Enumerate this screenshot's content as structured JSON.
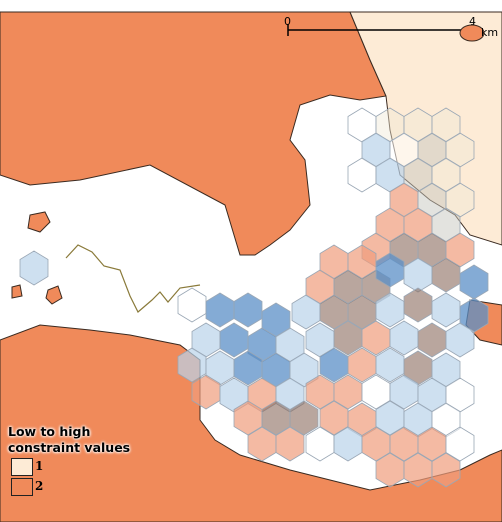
{
  "scale_bar": {
    "start_label": "0",
    "end_label": "4",
    "unit": "km"
  },
  "legend": {
    "title_line1": "Low to high",
    "title_line2": "constraint values",
    "items": [
      {
        "label": "1",
        "color": "#fdebd6"
      },
      {
        "label": "2",
        "color": "#f08a5a"
      }
    ]
  },
  "colors": {
    "land": "#f08a5a",
    "land_edge": "#3a2a20",
    "water": "#ffffff",
    "pale_region": "#fdebd6",
    "hex_blue": "#5b8fc7",
    "hex_light_blue": "#b9d3ea",
    "hex_salmon": "#ef9c7c",
    "hex_brown": "#8a6a5e",
    "hex_grey": "#c8c8c0",
    "hex_cream": "#efe8d6",
    "hex_outline": "#9aa7b5",
    "trail": "#8a7a3a"
  }
}
